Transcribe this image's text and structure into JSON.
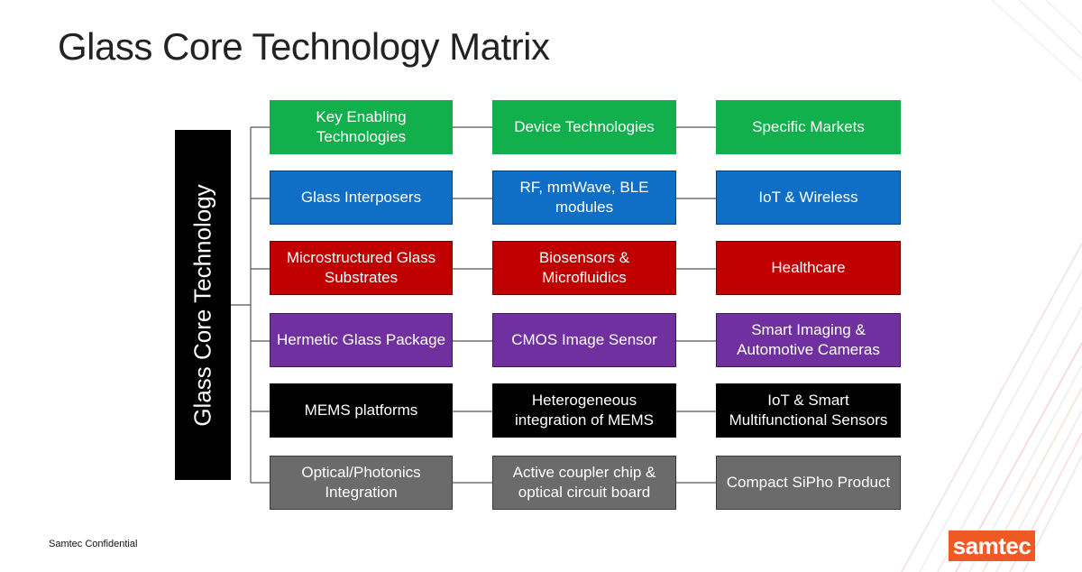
{
  "title": "Glass Core Technology Matrix",
  "side_label": "Glass Core Technology",
  "rows": [
    {
      "color": "green",
      "cells": [
        "Key Enabling Technologies",
        "Device Technologies",
        "Specific Markets"
      ]
    },
    {
      "color": "blue",
      "cells": [
        "Glass Interposers",
        "RF, mmWave, BLE modules",
        "IoT & Wireless"
      ]
    },
    {
      "color": "red",
      "cells": [
        "Microstructured Glass Substrates",
        "Biosensors & Microfluidics",
        "Healthcare"
      ]
    },
    {
      "color": "purple",
      "cells": [
        "Hermetic Glass Package",
        "CMOS Image Sensor",
        "Smart Imaging & Automotive Cameras"
      ]
    },
    {
      "color": "black",
      "cells": [
        "MEMS platforms",
        "Heterogeneous integration of MEMS",
        "IoT & Smart Multifunctional Sensors"
      ]
    },
    {
      "color": "gray",
      "cells": [
        "Optical/Photonics Integration",
        "Active coupler chip & optical circuit board",
        "Compact SiPho Product"
      ]
    }
  ],
  "footer": {
    "confidential": "Samtec Confidential",
    "logo": "samtec"
  },
  "colors": {
    "green": "#12b04c",
    "blue": "#0f6fc6",
    "red": "#c00000",
    "purple": "#7030a0",
    "black": "#000000",
    "gray": "#6b6b6b",
    "logo": "#ef5a24"
  }
}
